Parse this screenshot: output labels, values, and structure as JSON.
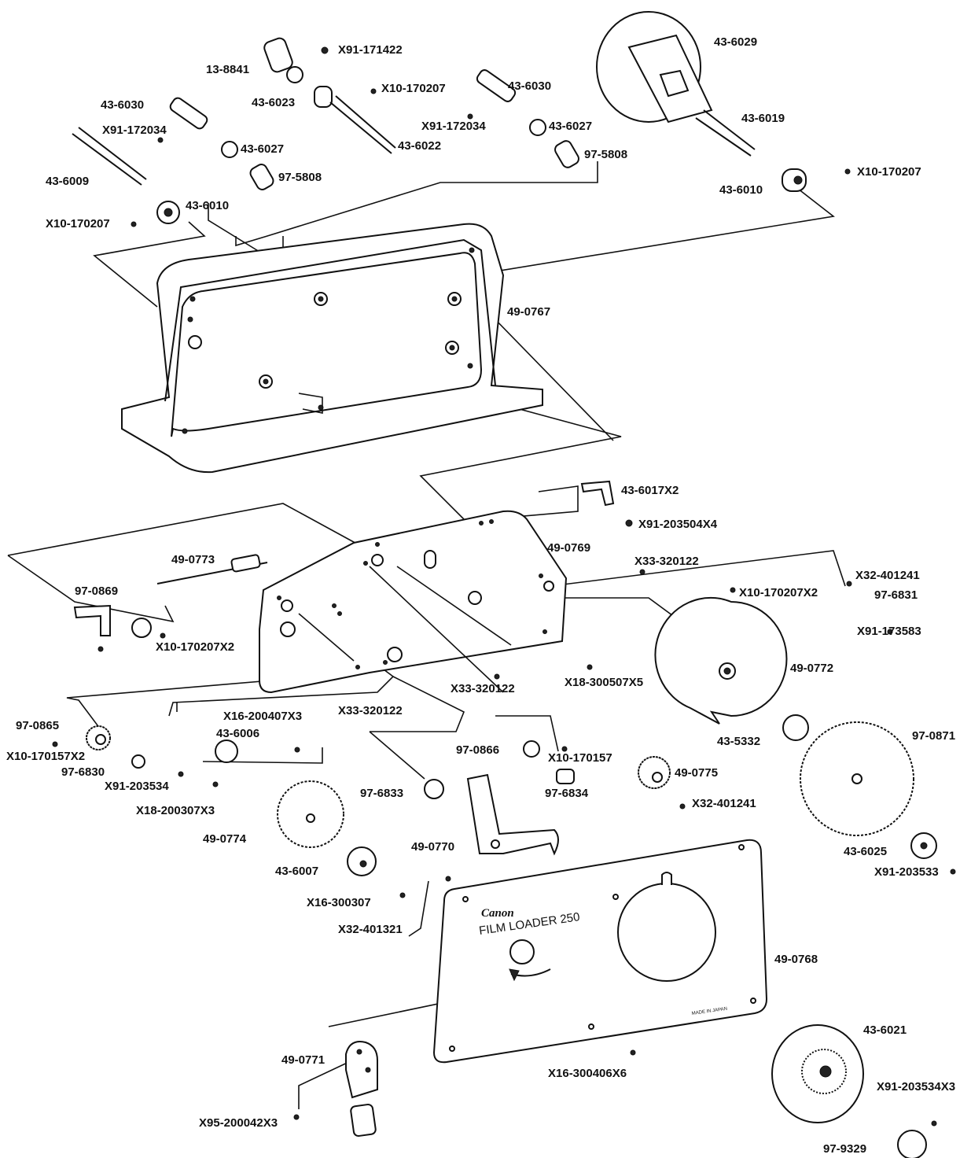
{
  "panel": {
    "brand": "Canon",
    "product": "FILM LOADER 250",
    "made_in": "MADE IN JAPAN"
  },
  "parts": [
    "X91-171422",
    "13-8841",
    "X10-170207",
    "43-6023",
    "43-6022",
    "43-6030",
    "X91-172034",
    "43-6027",
    "97-5808",
    "43-6009",
    "43-6010",
    "X10-170207",
    "43-6030",
    "X91-172034",
    "43-6027",
    "97-5808",
    "43-6029",
    "43-6019",
    "X10-170207",
    "43-6010",
    "49-0767",
    "43-6017X2",
    "X91-203504X4",
    "49-0769",
    "X33-320122",
    "X32-401241",
    "97-6831",
    "X91-173583",
    "X10-170207X2",
    "49-0773",
    "97-0869",
    "X10-170207X2",
    "X18-300507X5",
    "X33-320122",
    "49-0772",
    "X16-200407X3",
    "X33-320122",
    "97-0865",
    "X10-170157X2",
    "97-6830",
    "X91-203534",
    "43-6006",
    "X18-200307X3",
    "97-0866",
    "X10-170157",
    "97-6834",
    "97-6833",
    "49-0775",
    "X32-401241",
    "43-5332",
    "97-0871",
    "49-0774",
    "49-0770",
    "43-6007",
    "X16-300307",
    "X32-401321",
    "43-6025",
    "X91-203533",
    "49-0768",
    "43-6021",
    "X91-203534X3",
    "49-0771",
    "X16-300406X6",
    "X95-200042X3",
    "97-9329"
  ]
}
